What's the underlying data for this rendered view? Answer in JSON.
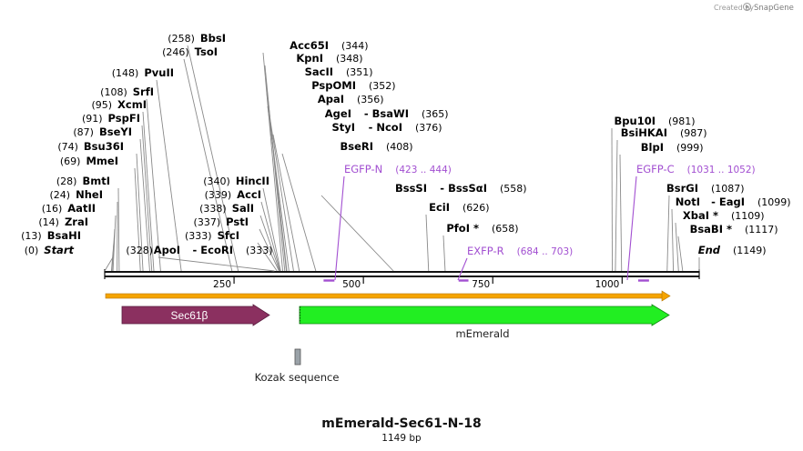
{
  "title": "mEmerald-Sec61-N-18",
  "length_label": "1149 bp",
  "credit": {
    "text": "Created by",
    "brand": "SnapGene"
  },
  "map": {
    "bp_total": 1149
  },
  "ticks": [
    250,
    500,
    750,
    1000
  ],
  "colors": {
    "primer": "#a24fd1",
    "sec61b": "#8b3060",
    "memerald": "#22ee22",
    "orf": "#f5a400",
    "kozak": "#9aa2a8"
  },
  "sites": [
    {
      "name": "Start",
      "pos": 0,
      "pos_label": "(0)",
      "italic": true
    },
    {
      "name": "BsaHI",
      "pos": 13,
      "pos_label": "(13)"
    },
    {
      "name": "ZraI",
      "pos": 14,
      "pos_label": "(14)"
    },
    {
      "name": "AatII",
      "pos": 16,
      "pos_label": "(16)"
    },
    {
      "name": "NheI",
      "pos": 24,
      "pos_label": "(24)"
    },
    {
      "name": "BmtI",
      "pos": 28,
      "pos_label": "(28)"
    },
    {
      "name": "MmeI",
      "pos": 69,
      "pos_label": "(69)"
    },
    {
      "name": "Bsu36I",
      "pos": 74,
      "pos_label": "(74)"
    },
    {
      "name": "BseYI",
      "pos": 87,
      "pos_label": "(87)"
    },
    {
      "name": "PspFI",
      "pos": 91,
      "pos_label": "(91)"
    },
    {
      "name": "XcmI",
      "pos": 95,
      "pos_label": "(95)"
    },
    {
      "name": "SrfI",
      "pos": 108,
      "pos_label": "(108)"
    },
    {
      "name": "PvuII",
      "pos": 148,
      "pos_label": "(148)"
    },
    {
      "name": "TsoI",
      "pos": 246,
      "pos_label": "(246)"
    },
    {
      "name": "BbsI",
      "pos": 258,
      "pos_label": "(258)"
    },
    {
      "name": "ApoI",
      "pos": 328,
      "pos_label": "(328)",
      "label_side": "left"
    },
    {
      "name": "EcoRI",
      "pos": 333,
      "pos_label": "(333)",
      "prefix": "- "
    },
    {
      "name": "SfcI",
      "pos": 333,
      "pos_label": "(333)"
    },
    {
      "name": "PstI",
      "pos": 337,
      "pos_label": "(337)"
    },
    {
      "name": "SalI",
      "pos": 338,
      "pos_label": "(338)"
    },
    {
      "name": "AccI",
      "pos": 339,
      "pos_label": "(339)"
    },
    {
      "name": "HincII",
      "pos": 340,
      "pos_label": "(340)"
    },
    {
      "name": "Acc65I",
      "pos": 344,
      "pos_label": "(344)"
    },
    {
      "name": "KpnI",
      "pos": 348,
      "pos_label": "(348)"
    },
    {
      "name": "SacII",
      "pos": 351,
      "pos_label": "(351)"
    },
    {
      "name": "PspOMI",
      "pos": 352,
      "pos_label": "(352)"
    },
    {
      "name": "ApaI",
      "pos": 356,
      "pos_label": "(356)"
    },
    {
      "name": "AgeI",
      "pos": 365,
      "pos_label": "(365)"
    },
    {
      "name": "BsaWI",
      "pos": 365,
      "pos_label": "(365)",
      "prefix": "- "
    },
    {
      "name": "StyI",
      "pos": 376,
      "pos_label": "(376)"
    },
    {
      "name": "NcoI",
      "pos": 376,
      "pos_label": "(376)",
      "prefix": "- "
    },
    {
      "name": "BseRI",
      "pos": 408,
      "pos_label": "(408)"
    },
    {
      "name": "BssSI",
      "pos": 558,
      "pos_label": "(558)"
    },
    {
      "name": "BssSαI",
      "pos": 558,
      "pos_label": "(558)",
      "prefix": "- "
    },
    {
      "name": "EciI",
      "pos": 626,
      "pos_label": "(626)"
    },
    {
      "name": "PfoI *",
      "pos": 658,
      "pos_label": "(658)"
    },
    {
      "name": "Bpu10I",
      "pos": 981,
      "pos_label": "(981)"
    },
    {
      "name": "BsiHKAI",
      "pos": 987,
      "pos_label": "(987)"
    },
    {
      "name": "BlpI",
      "pos": 999,
      "pos_label": "(999)"
    },
    {
      "name": "BsrGI",
      "pos": 1087,
      "pos_label": "(1087)"
    },
    {
      "name": "NotI",
      "pos": 1099,
      "pos_label": "(1099)"
    },
    {
      "name": "EagI",
      "pos": 1099,
      "pos_label": "(1099)",
      "prefix": "- "
    },
    {
      "name": "XbaI *",
      "pos": 1109,
      "pos_label": "(1109)"
    },
    {
      "name": "BsaBI *",
      "pos": 1117,
      "pos_label": "(1117)"
    },
    {
      "name": "End",
      "pos": 1149,
      "pos_label": "(1149)",
      "italic": true
    }
  ],
  "primers": [
    {
      "name": "EGFP-N",
      "range_label": "(423 .. 444)",
      "start": 423,
      "end": 444
    },
    {
      "name": "EXFP-R",
      "range_label": "(684 .. 703)",
      "start": 684,
      "end": 703
    },
    {
      "name": "EGFP-C",
      "range_label": "(1031 .. 1052)",
      "start": 1031,
      "end": 1052
    }
  ],
  "features": [
    {
      "name": "Sec61β",
      "start": 9,
      "end": 378,
      "label_inside": true
    },
    {
      "name": "mEmerald",
      "start": 406,
      "end": 1149,
      "label_inside": false
    },
    {
      "name": "Kozak sequence",
      "start": 396,
      "end": 405,
      "label_inside": false
    }
  ]
}
